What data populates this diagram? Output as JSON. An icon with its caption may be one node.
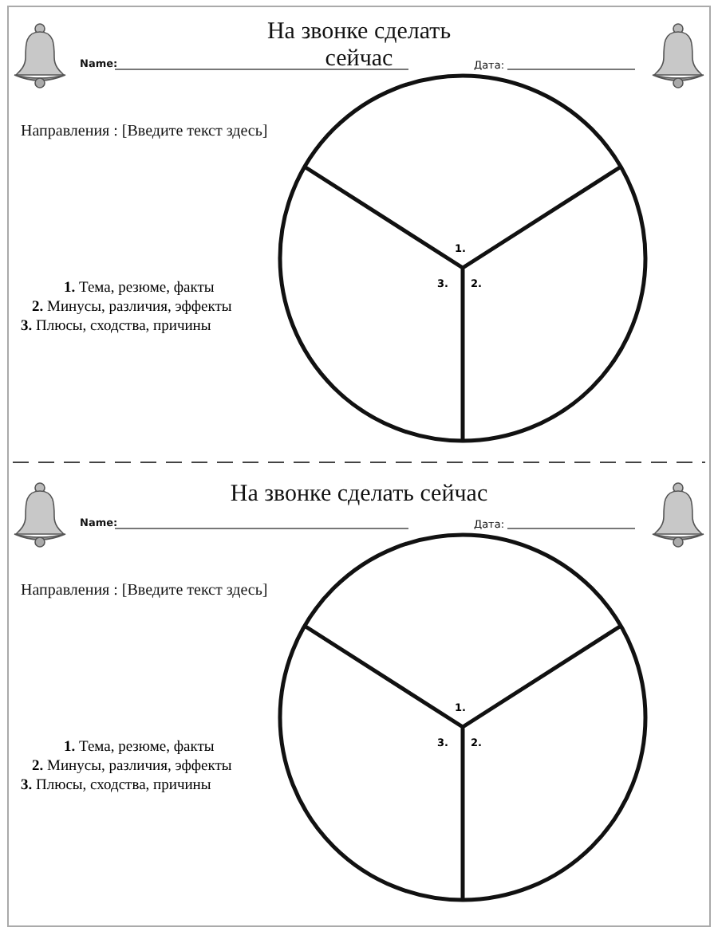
{
  "diagram": {
    "nodes": [
      {
        "text": [
          "1.",
          "3.",
          "2."
        ]
      },
      {
        "text": [
          "1.",
          "3.",
          "2."
        ]
      }
    ],
    "labels": [
      "На звонке сделать сейчас",
      "Name:",
      "Дата:",
      "Направления : [Введите текст здесь]",
      "**1.** Тема, резюме, факты",
      "**2.** Минусы, различия, эффекты",
      "**3.** Плюсы, сходства, причины",
      "На звонке сделать сейчас",
      "Name:",
      "Дата:",
      "Направления : [Введите текст здесь]",
      "**1.** Тема, резюме, факты",
      "**2.** Минусы, различия, эффекты",
      "**3.** Плюсы, сходства, причины"
    ]
  }
}
